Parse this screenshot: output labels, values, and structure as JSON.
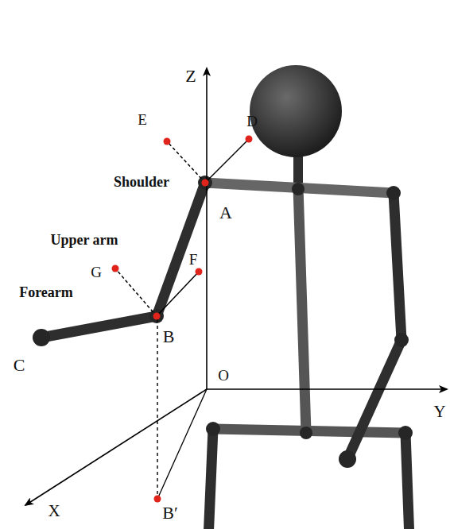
{
  "diagram": {
    "labels": [
      "Z",
      "E",
      "D",
      "Shoulder",
      "A",
      "Upper arm",
      "G",
      "F",
      "Forearm",
      "B",
      "C",
      "O",
      "Y",
      "X",
      "B′"
    ]
  }
}
